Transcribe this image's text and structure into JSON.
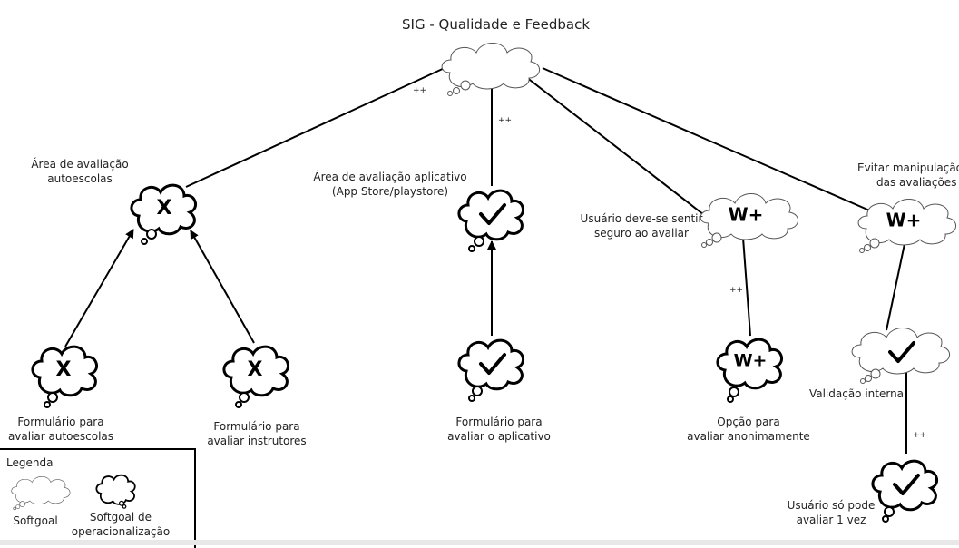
{
  "title": "SIG - Qualidade e Feedback",
  "nodes": {
    "root": {
      "kind": "softgoal",
      "label": ""
    },
    "area_autoescolas": {
      "kind": "softgoal",
      "label_lines": [
        "Área de avaliação",
        "autoescolas"
      ],
      "mark": "X"
    },
    "area_aplicativo": {
      "kind": "softgoal",
      "label_lines": [
        "Área de avaliação aplicativo",
        "(App Store/playstore)"
      ],
      "mark": "check"
    },
    "seguro": {
      "kind": "softgoal",
      "label_lines": [
        "Usuário deve-se sentir",
        "seguro ao avaliar"
      ],
      "mark": "W+"
    },
    "manipulacao": {
      "kind": "softgoal",
      "label_lines": [
        "Evitar manipulação",
        "das avaliações"
      ],
      "mark": "W+"
    },
    "form_autoescolas": {
      "kind": "operationalizing",
      "label_lines": [
        "Formulário para",
        "avaliar autoescolas"
      ],
      "mark": "X"
    },
    "form_instrutores": {
      "kind": "operationalizing",
      "label_lines": [
        "Formulário para",
        "avaliar instrutores"
      ],
      "mark": "X"
    },
    "form_aplicativo": {
      "kind": "operationalizing",
      "label_lines": [
        "Formulário para",
        "avaliar o aplicativo"
      ],
      "mark": "check"
    },
    "anonimo": {
      "kind": "operationalizing",
      "label_lines": [
        "Opção para",
        "avaliar anonimamente"
      ],
      "mark": "W+"
    },
    "validacao": {
      "kind": "softgoal",
      "label_lines": [
        "Validação interna"
      ],
      "mark": "check"
    },
    "uma_vez": {
      "kind": "operationalizing",
      "label_lines": [
        "Usuário só pode",
        "avaliar 1 vez"
      ],
      "mark": "check"
    }
  },
  "contributions": {
    "root_left": "++",
    "root_mid": "++",
    "seguro_anonimo": "++",
    "validacao_uma_vez": "++"
  },
  "legend": {
    "title": "Legenda",
    "softgoal": "Softgoal",
    "operationalizing_lines": [
      "Softgoal de",
      "operacionalização"
    ]
  }
}
